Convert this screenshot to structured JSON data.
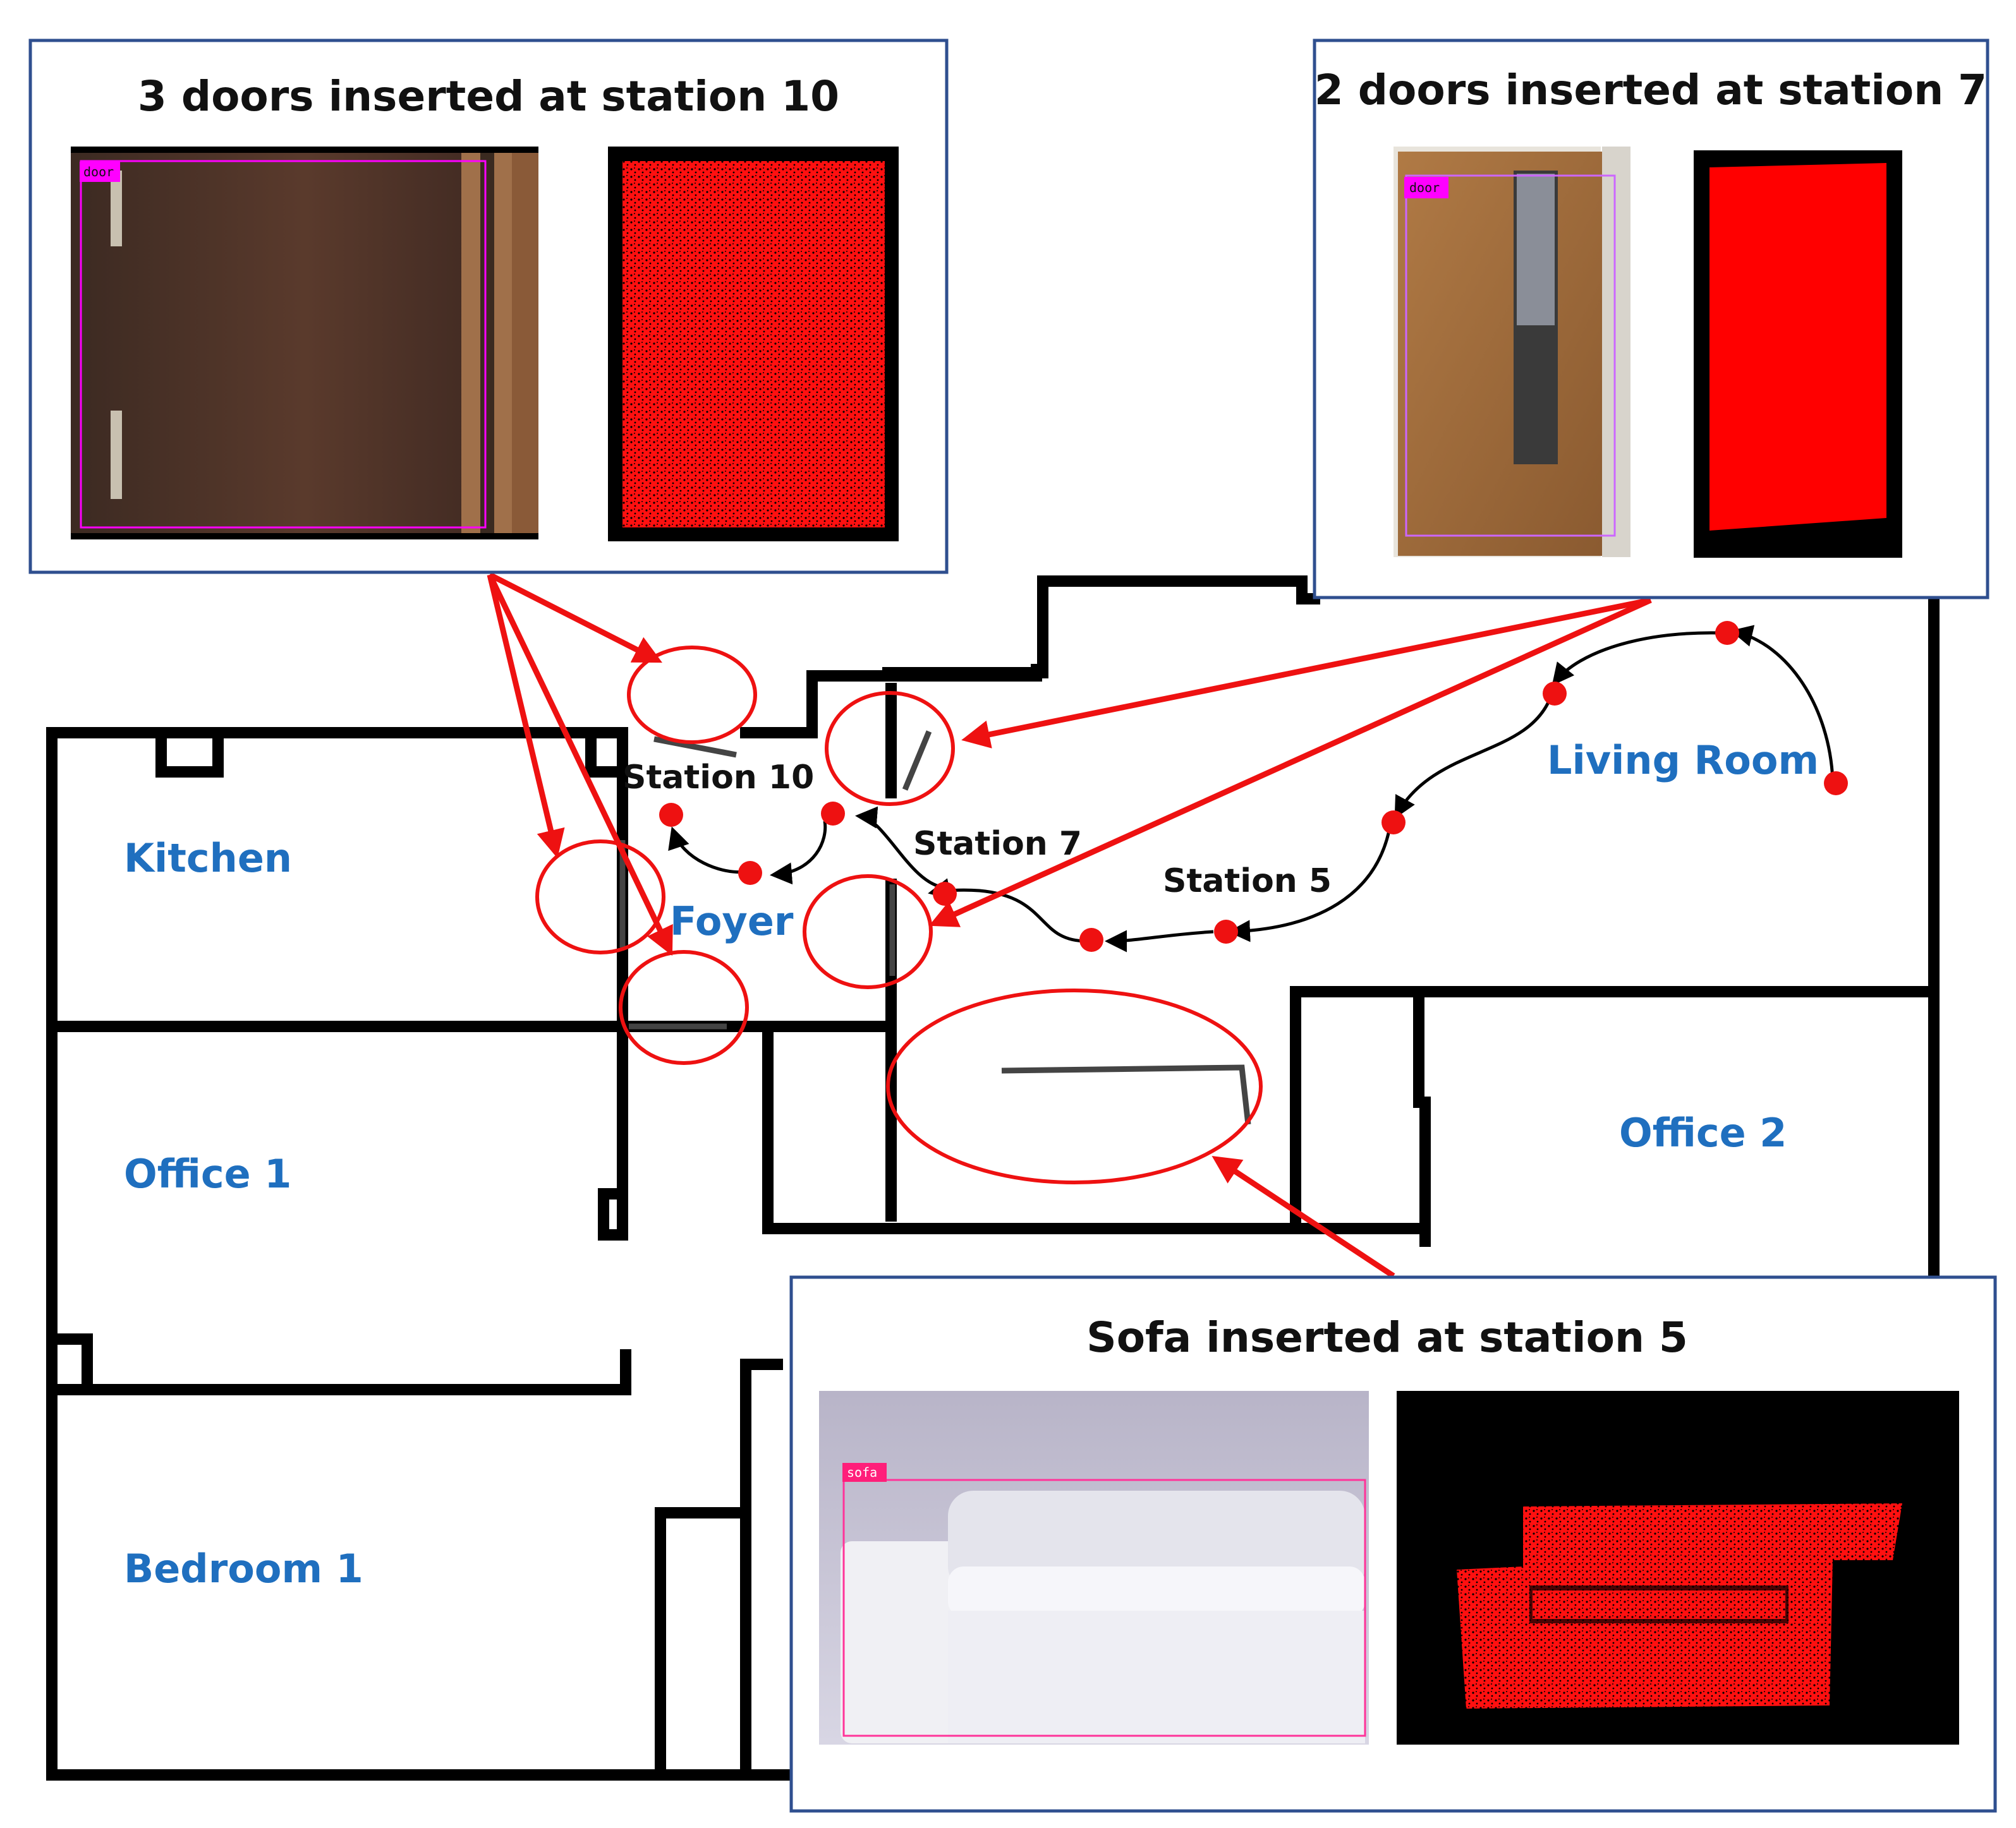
{
  "rooms": {
    "kitchen": "Kitchen",
    "office1": "Office 1",
    "bedroom1": "Bedroom 1",
    "foyer": "Foyer",
    "living_room": "Living Room",
    "office2": "Office 2"
  },
  "stations": {
    "s10": "Station 10",
    "s7": "Station 7",
    "s5": "Station 5"
  },
  "panels": {
    "doors10": {
      "title": "3 doors inserted at station 10",
      "tag": "door"
    },
    "doors7": {
      "title": "2 doors inserted at station 7",
      "tag": "door"
    },
    "sofa5": {
      "title": "Sofa inserted at station 5",
      "tag": "sofa"
    }
  },
  "colors": {
    "room_label": "#1f6fbf",
    "highlight": "#ee1111",
    "wall": "#000000",
    "panel_border": "#2f4f8f",
    "door_tag": "#ff00ff",
    "sofa_tag": "#ff1f7a"
  }
}
